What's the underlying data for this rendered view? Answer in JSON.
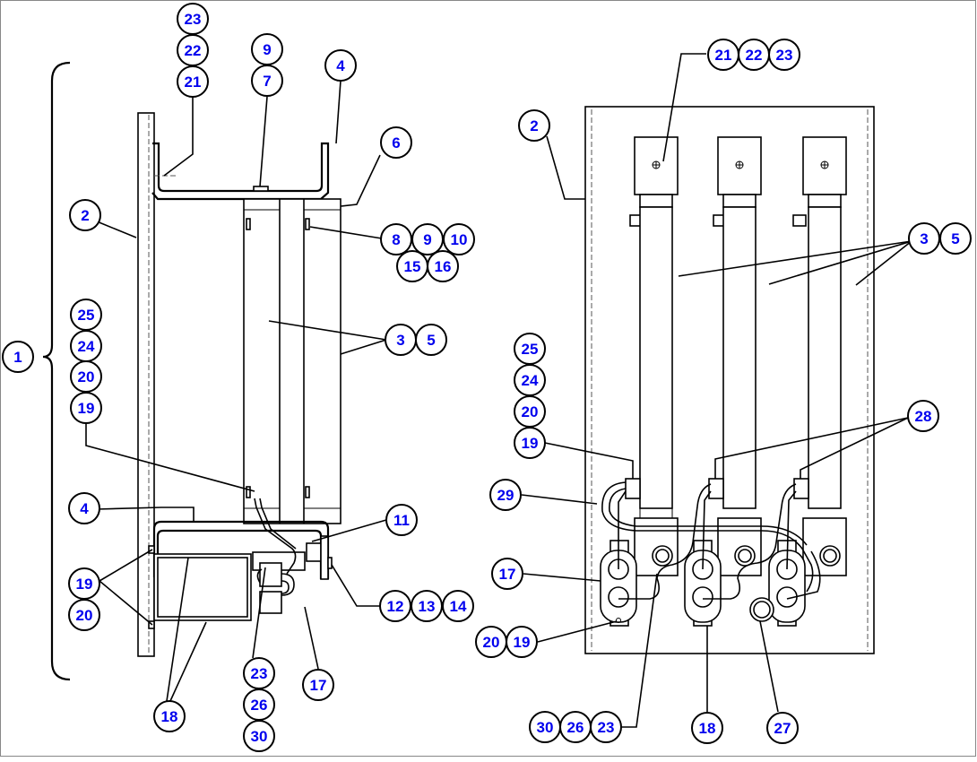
{
  "diagram": {
    "title": "Parts assembly illustration",
    "callout_color": "#0000ee",
    "left_view": {
      "callouts": [
        {
          "id": "l-23a",
          "label": "23"
        },
        {
          "id": "l-22a",
          "label": "22"
        },
        {
          "id": "l-21a",
          "label": "21"
        },
        {
          "id": "l-9a",
          "label": "9"
        },
        {
          "id": "l-7",
          "label": "7"
        },
        {
          "id": "l-4a",
          "label": "4"
        },
        {
          "id": "l-6",
          "label": "6"
        },
        {
          "id": "l-2",
          "label": "2"
        },
        {
          "id": "l-8",
          "label": "8"
        },
        {
          "id": "l-9b",
          "label": "9"
        },
        {
          "id": "l-10",
          "label": "10"
        },
        {
          "id": "l-15",
          "label": "15"
        },
        {
          "id": "l-16",
          "label": "16"
        },
        {
          "id": "l-1",
          "label": "1"
        },
        {
          "id": "l-25",
          "label": "25"
        },
        {
          "id": "l-24",
          "label": "24"
        },
        {
          "id": "l-20a",
          "label": "20"
        },
        {
          "id": "l-19a",
          "label": "19"
        },
        {
          "id": "l-3",
          "label": "3"
        },
        {
          "id": "l-5",
          "label": "5"
        },
        {
          "id": "l-4b",
          "label": "4"
        },
        {
          "id": "l-11",
          "label": "11"
        },
        {
          "id": "l-19b",
          "label": "19"
        },
        {
          "id": "l-20b",
          "label": "20"
        },
        {
          "id": "l-12",
          "label": "12"
        },
        {
          "id": "l-13",
          "label": "13"
        },
        {
          "id": "l-14",
          "label": "14"
        },
        {
          "id": "l-23b",
          "label": "23"
        },
        {
          "id": "l-26",
          "label": "26"
        },
        {
          "id": "l-30",
          "label": "30"
        },
        {
          "id": "l-17",
          "label": "17"
        },
        {
          "id": "l-18",
          "label": "18"
        }
      ]
    },
    "right_view": {
      "callouts": [
        {
          "id": "r-21",
          "label": "21"
        },
        {
          "id": "r-22",
          "label": "22"
        },
        {
          "id": "r-23a",
          "label": "23"
        },
        {
          "id": "r-2",
          "label": "2"
        },
        {
          "id": "r-3",
          "label": "3"
        },
        {
          "id": "r-5",
          "label": "5"
        },
        {
          "id": "r-25",
          "label": "25"
        },
        {
          "id": "r-24",
          "label": "24"
        },
        {
          "id": "r-20a",
          "label": "20"
        },
        {
          "id": "r-19a",
          "label": "19"
        },
        {
          "id": "r-28",
          "label": "28"
        },
        {
          "id": "r-29",
          "label": "29"
        },
        {
          "id": "r-17",
          "label": "17"
        },
        {
          "id": "r-20b",
          "label": "20"
        },
        {
          "id": "r-19b",
          "label": "19"
        },
        {
          "id": "r-30",
          "label": "30"
        },
        {
          "id": "r-26",
          "label": "26"
        },
        {
          "id": "r-23b",
          "label": "23"
        },
        {
          "id": "r-18",
          "label": "18"
        },
        {
          "id": "r-27",
          "label": "27"
        }
      ]
    }
  }
}
